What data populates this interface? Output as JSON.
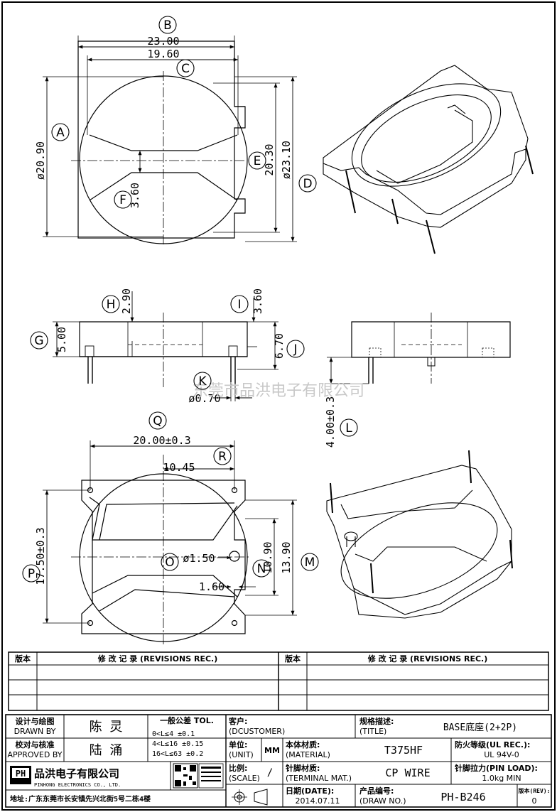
{
  "watermark": "东莞市品洪电子有限公司",
  "bubbles": {
    "A": "A",
    "B": "B",
    "C": "C",
    "D": "D",
    "E": "E",
    "F": "F",
    "G": "G",
    "H": "H",
    "I": "I",
    "J": "J",
    "K": "K",
    "L": "L",
    "M": "M",
    "N": "N",
    "O": "O",
    "P": "P",
    "Q": "Q",
    "R": "R"
  },
  "dims": {
    "b": "23.00",
    "c": "19.60",
    "a": "ø20.90",
    "f": "3.60",
    "e": "20.30",
    "d": "ø23.10",
    "h": "2.90",
    "i": "3.60",
    "g": "5.00",
    "j": "6.70",
    "k": "ø0.70",
    "l": "4.00±0.3",
    "q": "20.00±0.3",
    "r": "10.45",
    "p": "17.50±0.3",
    "o": "ø1.50",
    "n": "10.90",
    "m": "13.90",
    "o2": "1.60"
  },
  "revisions": {
    "col_ver": "版本",
    "col_rec": "修 改 记 录 (REVISIONS REC.)"
  },
  "title_block": {
    "drawn_cn": "设计与绘图",
    "drawn_en": "DRAWN BY",
    "drawn_name": "陈 灵",
    "appr_cn": "校对与核准",
    "appr_en": "APPROVED BY",
    "appr_name": "陆 涌",
    "tol_title": "一般公差 TOL.",
    "tol1": "0<L≤4    ±0.1",
    "tol2": "4<L≤16   ±0.15",
    "tol3": "16<L≤63  ±0.2",
    "cust_cn": "客户:",
    "cust_en": "(DCUSTOMER)",
    "title_cn": "规格描述:",
    "title_en": "(TITLE)",
    "title_val": "BASE底座(2+2P)",
    "fire_cn": "防火等级(UL REC.):",
    "fire_val": "UL 94V-0",
    "unit_cn": "单位:",
    "unit_en": "(UNIT)",
    "unit_val": "MM",
    "mat_cn": "本体材质:",
    "mat_en": "(MATERIAL)",
    "mat_val": "T375HF",
    "scale_cn": "比例:",
    "scale_en": "(SCALE)",
    "scale_val": "/",
    "term_cn": "针脚材质:",
    "term_en": "(TERMINAL MAT.)",
    "term_val": "CP WIRE",
    "pin_cn": "针脚拉力(PIN LOAD):",
    "pin_val": "1.0kg MIN",
    "date_cn": "日期(DATE):",
    "date_val": "2014.07.11",
    "drw_cn": "产品编号:",
    "drw_en": "(DRAW NO.)",
    "drw_val": "PH-B246",
    "rev_cn": "版本(REV):",
    "rev_val": "0",
    "company_cn": "品洪电子有限公司",
    "company_en": "PINHONG ELECTRONICS CO., LTD.",
    "logo_text": "PH",
    "address": "地址:广东东莞市长安镇先兴北街5号二栋4楼"
  }
}
